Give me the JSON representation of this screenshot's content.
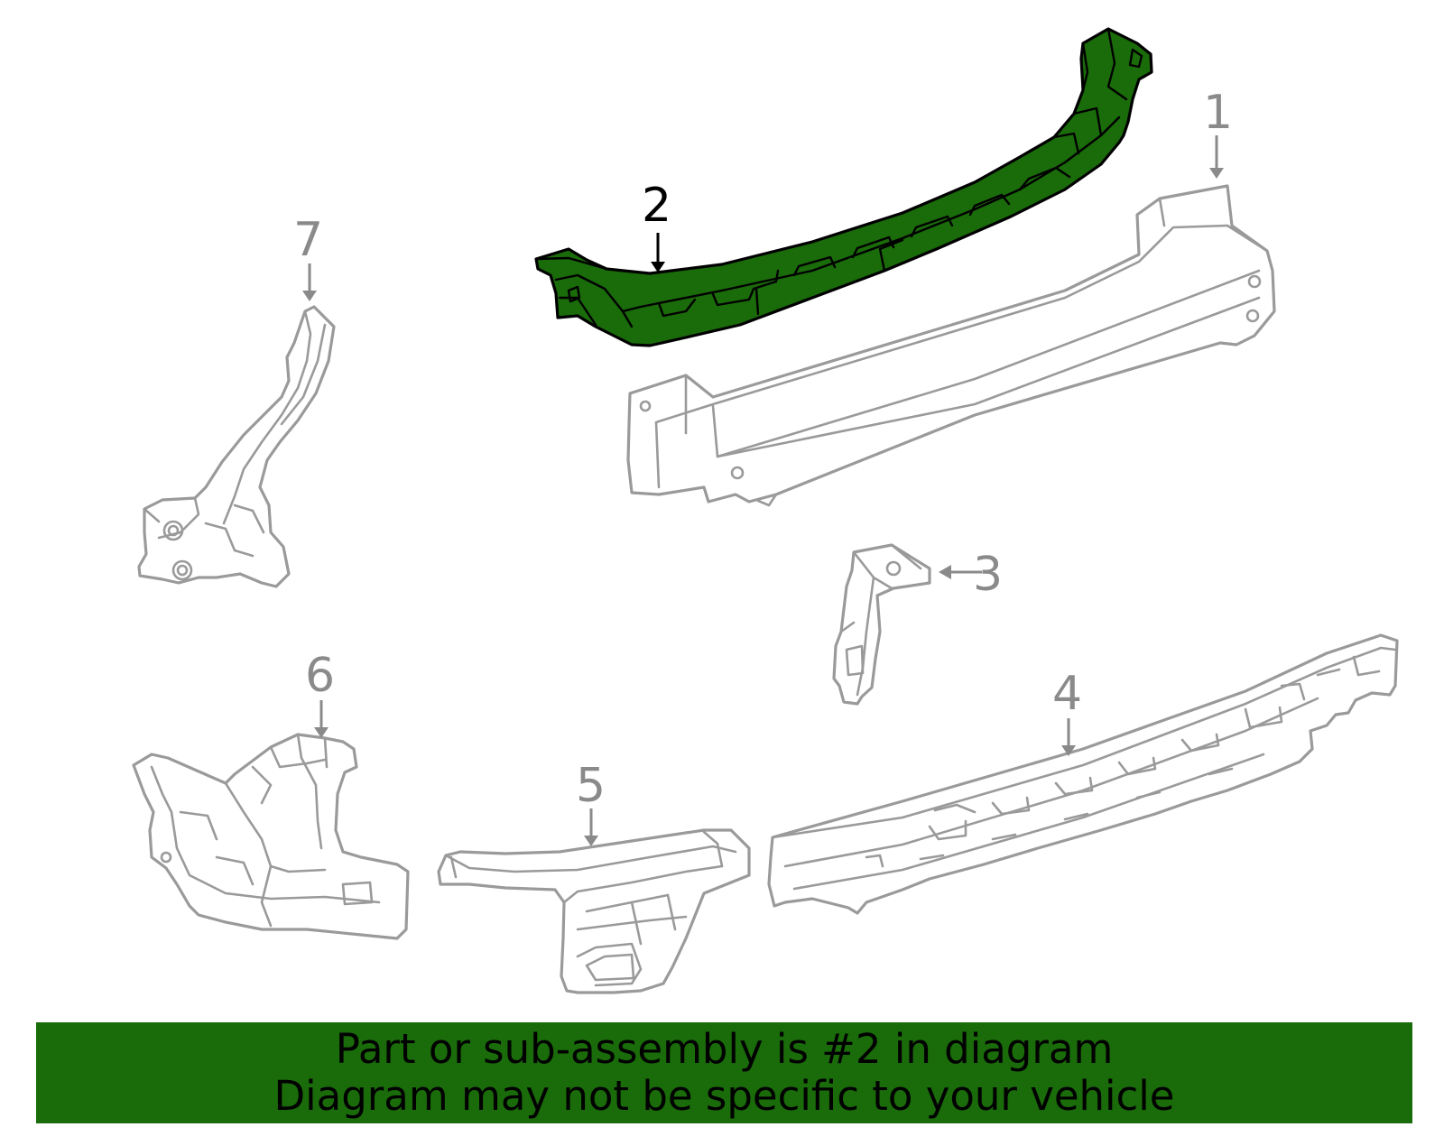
{
  "colors": {
    "highlight": "#1a6b0a",
    "banner": "#1a6b0a",
    "part_line": "#9a9a9a",
    "callout_gray": "#8a8a8a",
    "callout_highlight": "#000000"
  },
  "callouts": {
    "p1": "1",
    "p2": "2",
    "p3": "3",
    "p4": "4",
    "p5": "5",
    "p6": "6",
    "p7": "7"
  },
  "highlighted_part": "2",
  "banner": {
    "line1": "Part or sub-assembly is #2 in diagram",
    "line2": "Diagram may not be specific to your vehicle"
  }
}
